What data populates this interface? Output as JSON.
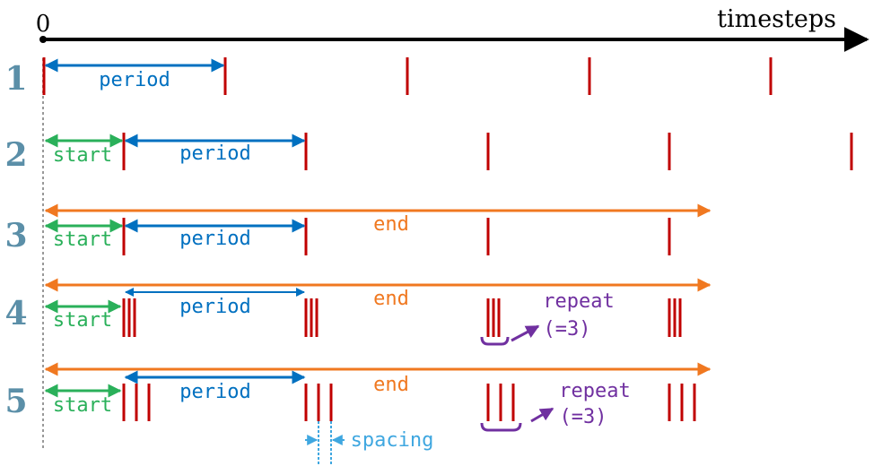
{
  "axis": {
    "origin_label": "0",
    "axis_label": "timesteps"
  },
  "rows": [
    {
      "number": "1"
    },
    {
      "number": "2"
    },
    {
      "number": "3"
    },
    {
      "number": "4"
    },
    {
      "number": "5"
    }
  ],
  "labels": {
    "period": "period",
    "start": "start",
    "end": "end",
    "repeat": "repeat",
    "repeat_count": "(=3)",
    "spacing": "spacing"
  },
  "colors": {
    "axis": "#000000",
    "row_number": "#5b8fa8",
    "tick": "#c00000",
    "period": "#0070c0",
    "start": "#2ab05a",
    "end": "#f07820",
    "repeat": "#7030a0",
    "spacing": "#3fa7e0",
    "origin_line": "#999999"
  }
}
